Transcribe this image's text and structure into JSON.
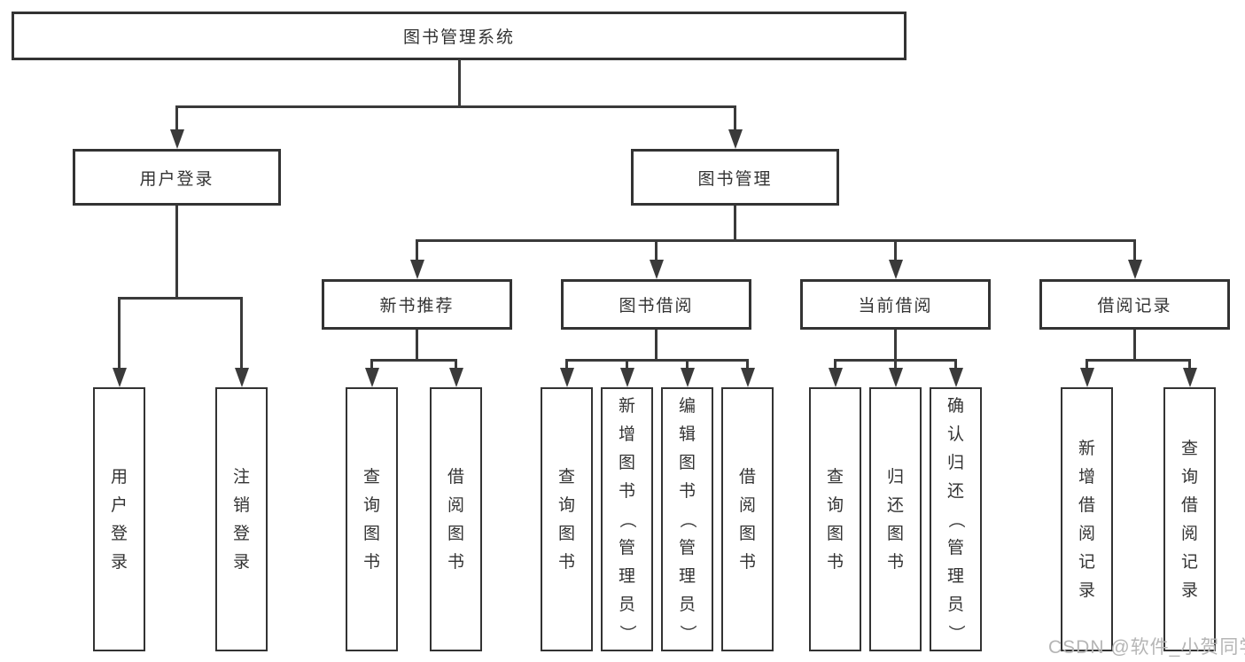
{
  "tree": {
    "root": {
      "label": "图书管理系统",
      "children": [
        {
          "label": "用户登录",
          "children": [
            {
              "label": "用户登录"
            },
            {
              "label": "注销登录"
            }
          ]
        },
        {
          "label": "图书管理",
          "children": [
            {
              "label": "新书推荐",
              "children": [
                {
                  "label": "查询图书"
                },
                {
                  "label": "借阅图书"
                }
              ]
            },
            {
              "label": "图书借阅",
              "children": [
                {
                  "label": "查询图书"
                },
                {
                  "label": "新增图书（管理员）"
                },
                {
                  "label": "编辑图书（管理员）"
                },
                {
                  "label": "借阅图书"
                }
              ]
            },
            {
              "label": "当前借阅",
              "children": [
                {
                  "label": "查询图书"
                },
                {
                  "label": "归还图书"
                },
                {
                  "label": "确认归还（管理员）"
                }
              ]
            },
            {
              "label": "借阅记录",
              "children": [
                {
                  "label": "新增借阅记录"
                },
                {
                  "label": "查询借阅记录"
                }
              ]
            }
          ]
        }
      ]
    }
  },
  "watermark": {
    "text": "CSDN @软件_小贺同学"
  },
  "colors": {
    "line": "#3a3a3a",
    "border": "#333333",
    "text": "#333333",
    "background": "#ffffff",
    "watermark": "#b5b5b5"
  }
}
